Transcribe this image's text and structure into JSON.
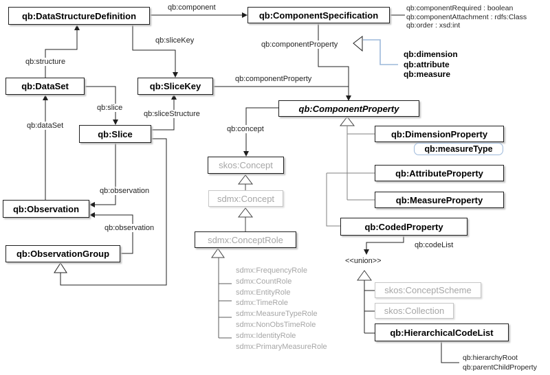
{
  "title": "RDF Data Cube vocabulary UML class diagram",
  "colors": {
    "box_border": "#1f1f1f",
    "gray_border": "#c6c6c6",
    "gray_text": "#a6a6a6",
    "blue_accent": "#9cb8da",
    "line_black": "#1f1f1f",
    "line_gray": "#7f7f7f"
  },
  "classes": {
    "dsd": "qb:DataStructureDefinition",
    "component_spec": "qb:ComponentSpecification",
    "data_set": "qb:DataSet",
    "slice_key": "qb:SliceKey",
    "slice": "qb:Slice",
    "observation": "qb:Observation",
    "observation_group": "qb:ObservationGroup",
    "skos_concept": "skos:Concept",
    "sdmx_concept": "sdmx:Concept",
    "sdmx_concept_role": "sdmx:ConceptRole",
    "component_property": "qb:ComponentProperty",
    "dimension_property": "qb:DimensionProperty",
    "measure_type": "qb:measureType",
    "attribute_property": "qb:AttributeProperty",
    "measure_property": "qb:MeasureProperty",
    "coded_property": "qb:CodedProperty",
    "union_stereotype": "<<union>>",
    "skos_concept_scheme": "skos:ConceptScheme",
    "skos_collection": "skos:Collection",
    "hierarchical_code_list": "qb:HierarchicalCodeList"
  },
  "relations": {
    "component": "qb:component",
    "slice_key": "qb:sliceKey",
    "structure": "qb:structure",
    "data_set": "qb:dataSet",
    "slice": "qb:slice",
    "slice_structure": "qb:sliceStructure",
    "observation_from_slice": "qb:observation",
    "observation_from_group": "qb:observation",
    "component_property_upper": "qb:componentProperty",
    "component_property_lower": "qb:componentProperty",
    "concept": "qb:concept",
    "code_list": "qb:codeList",
    "hierarchy_root": "qb:hierarchyRoot",
    "parent_child_property": "qb:parentChildProperty"
  },
  "component_spec_attributes": [
    "qb:componentRequired : boolean",
    "qb:componentAttachment : rdfs:Class",
    "qb:order : xsd:int"
  ],
  "component_property_shortcuts": [
    "qb:dimension",
    "qb:attribute",
    "qb:measure"
  ],
  "sdmx_roles": [
    "sdmx:FrequencyRole",
    "sdmx:CountRole",
    "sdmx:EntityRole",
    "sdmx:TimeRole",
    "sdmx:MeasureTypeRole",
    "sdmx:NonObsTimeRole",
    "sdmx:IdentityRole",
    "sdmx:PrimaryMeasureRole"
  ]
}
